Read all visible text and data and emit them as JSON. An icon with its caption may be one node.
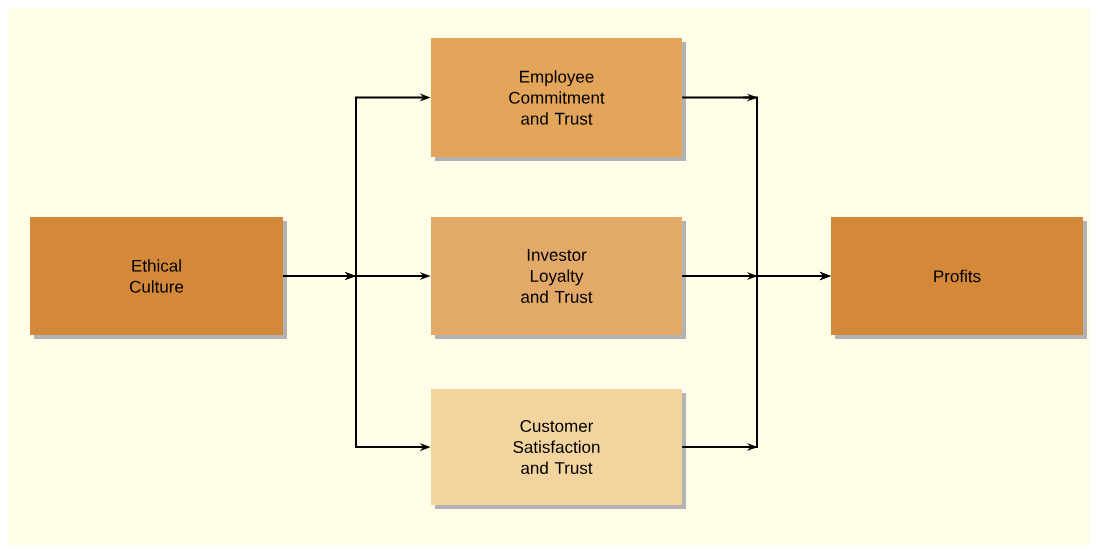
{
  "diagram": {
    "nodes": [
      {
        "text": [
          "Ethical Culture"
        ]
      },
      {
        "text": [
          "Employee Commitment and Trust"
        ]
      },
      {
        "text": [
          "Investor Loyalty and Trust"
        ]
      },
      {
        "text": [
          "Customer Satisfaction and Trust"
        ]
      },
      {
        "text": [
          "Profits"
        ]
      }
    ],
    "edges": [
      {
        "from": 0,
        "to": 1,
        "arrow": "to"
      },
      {
        "from": 0,
        "to": 2,
        "arrow": "to"
      },
      {
        "from": 0,
        "to": 3,
        "arrow": "to"
      },
      {
        "from": 1,
        "to": 4,
        "arrow": "to"
      },
      {
        "from": 2,
        "to": 4,
        "arrow": "to"
      },
      {
        "from": 3,
        "to": 4,
        "arrow": "to"
      }
    ]
  }
}
